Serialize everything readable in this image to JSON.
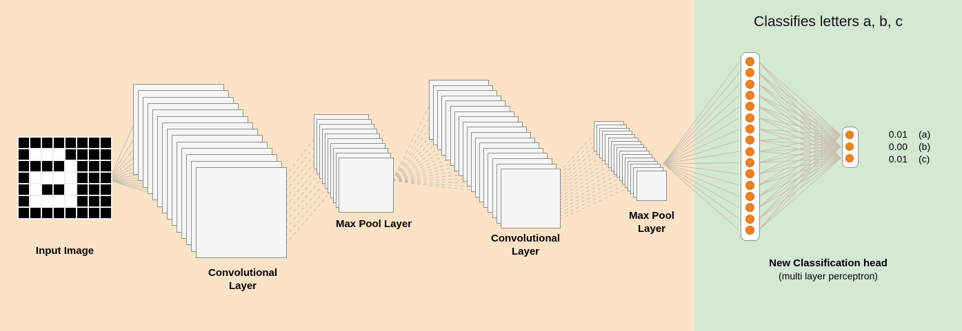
{
  "title": "Classifies letters a, b, c",
  "input_image": {
    "label": "Input Image",
    "grid_rows": [
      "00000000",
      "01110000",
      "00001000",
      "01111000",
      "01001000",
      "01111000",
      "00000000"
    ]
  },
  "stacks": [
    {
      "id": "conv1",
      "label": "Convolutional Layer",
      "sheets": 14
    },
    {
      "id": "pool1",
      "label": "Max Pool Layer",
      "sheets": 10
    },
    {
      "id": "conv2",
      "label": "Convolutional Layer",
      "sheets": 18
    },
    {
      "id": "pool2",
      "label": "Max Pool Layer",
      "sheets": 16
    }
  ],
  "classifier": {
    "hidden_neurons": 16,
    "output_neurons": 3,
    "head_label": "New Classification head",
    "head_sublabel": "(multi layer perceptron)",
    "outputs": [
      {
        "value": "0.01",
        "letter": "(a)"
      },
      {
        "value": "0.00",
        "letter": "(b)"
      },
      {
        "value": "0.01",
        "letter": "(c)"
      }
    ]
  },
  "colors": {
    "left_bg": "#fce3c8",
    "right_bg": "#d5e8d4",
    "sheet_fill": "#f5f5f5",
    "sheet_border": "#8f8f8f",
    "neuron_fill": "#f08221",
    "neuron_border": "#c96a10",
    "line": "#c9c0b0",
    "pixel_on": "#ffffff",
    "pixel_off": "#000000",
    "grid_bg": "#f0f0f0",
    "text": "#000000"
  }
}
